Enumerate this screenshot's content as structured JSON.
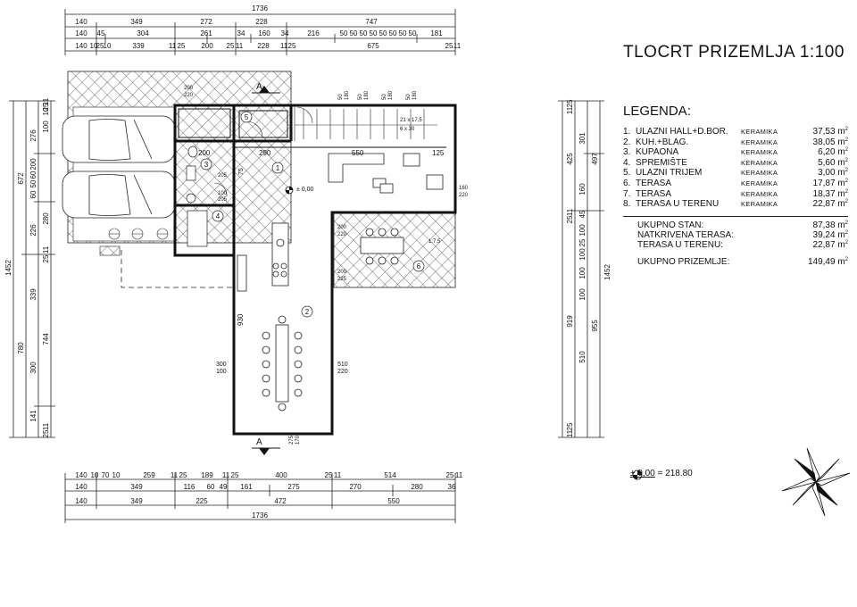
{
  "title": "TLOCRT PRIZEMLJA 1:100",
  "legend": {
    "heading": "LEGENDA:",
    "unit_sup": "2",
    "rooms": [
      {
        "num": "1.",
        "name": "ULAZNI HALL+D.BOR.",
        "material": "KERAMIKA",
        "area": "37,53 m"
      },
      {
        "num": "2.",
        "name": "KUH.+BLAG.",
        "material": "KERAMIKA",
        "area": "38,05 m"
      },
      {
        "num": "3.",
        "name": "KUPAONA",
        "material": "KERAMIKA",
        "area": "6,20 m"
      },
      {
        "num": "4.",
        "name": "SPREMIŠTE",
        "material": "KERAMIKA",
        "area": "5,60 m"
      },
      {
        "num": "5.",
        "name": "ULAZNI TRIJEM",
        "material": "KERAMIKA",
        "area": "3,00 m"
      },
      {
        "num": "6.",
        "name": "TERASA",
        "material": "KERAMIKA",
        "area": "17,87 m"
      },
      {
        "num": "7.",
        "name": "TERASA",
        "material": "KERAMIKA",
        "area": "18,37 m"
      },
      {
        "num": "8.",
        "name": "TERASA U TERENU",
        "material": "KERAMIKA",
        "area": "22,87 m"
      }
    ],
    "totals": [
      {
        "label": "UKUPNO STAN:",
        "value": "87,38 m"
      },
      {
        "label": "NATKRIVENA TERASA:",
        "value": "39,24 m"
      },
      {
        "label": "TERASA U TERENU:",
        "value": "22,87 m"
      }
    ],
    "grand_total": {
      "label": "UKUPNO PRIZEMLJE:",
      "value": "149,49 m"
    }
  },
  "elevation": {
    "marker": "± 0,00",
    "value": "= 218.80"
  },
  "floor_level_label": "± 0,00",
  "section_label": "A",
  "room_markers": [
    "1",
    "2",
    "3",
    "4",
    "5",
    "6"
  ],
  "top_dims": {
    "total": "1736",
    "row1": [
      "140",
      "349",
      "272",
      "228",
      "747"
    ],
    "row2": [
      "140",
      "45",
      "304",
      "261",
      "34",
      "160",
      "34",
      "216",
      "50",
      "50",
      "50",
      "50",
      "50",
      "50",
      "50",
      "50",
      "181"
    ],
    "row3": [
      "140",
      "10",
      "25",
      "10",
      "339",
      "11",
      "25",
      "200",
      "25",
      "11",
      "228",
      "11",
      "25",
      "675",
      "25",
      "11"
    ]
  },
  "bottom_dims": {
    "row1": [
      "140",
      "10",
      "70",
      "10",
      "259",
      "11",
      "25",
      "189",
      "11",
      "25",
      "400",
      "25",
      "11",
      "514",
      "25",
      "11"
    ],
    "row2": [
      "140",
      "349",
      "116",
      "60",
      "49",
      "161",
      "275",
      "270",
      "280",
      "36"
    ],
    "row3": [
      "140",
      "349",
      "225",
      "472",
      "550"
    ],
    "total": "1736"
  },
  "left_dims": {
    "total": "1452",
    "col_a": [
      "672",
      "780"
    ],
    "col_b": [
      "276",
      "200",
      "226",
      "339",
      "744",
      "141"
    ],
    "col_c": [
      "10",
      "100",
      "25",
      "11",
      "60",
      "50",
      "60",
      "280",
      "11",
      "25",
      "300",
      "11",
      "25"
    ]
  },
  "right_dims": {
    "total": "1452",
    "col_a": [
      "497",
      "955"
    ],
    "col_b": [
      "425",
      "919",
      "301",
      "160"
    ],
    "col_c": [
      "25",
      "11",
      "11",
      "25",
      "45",
      "100",
      "25",
      "100",
      "100",
      "100",
      "510",
      "25",
      "11"
    ]
  },
  "inner_labels": [
    "200",
    "290",
    "550",
    "125",
    "205",
    "100",
    "205",
    "75",
    "930",
    "300",
    "100",
    "510",
    "220",
    "160",
    "220",
    "275",
    "170",
    "1:7,5",
    "200",
    "220",
    "200",
    "225",
    "200",
    "220"
  ],
  "stair_labels": [
    "50",
    "180",
    "50",
    "180",
    "50",
    "180",
    "50",
    "180",
    "21 x 17,5",
    "6 x 30"
  ]
}
